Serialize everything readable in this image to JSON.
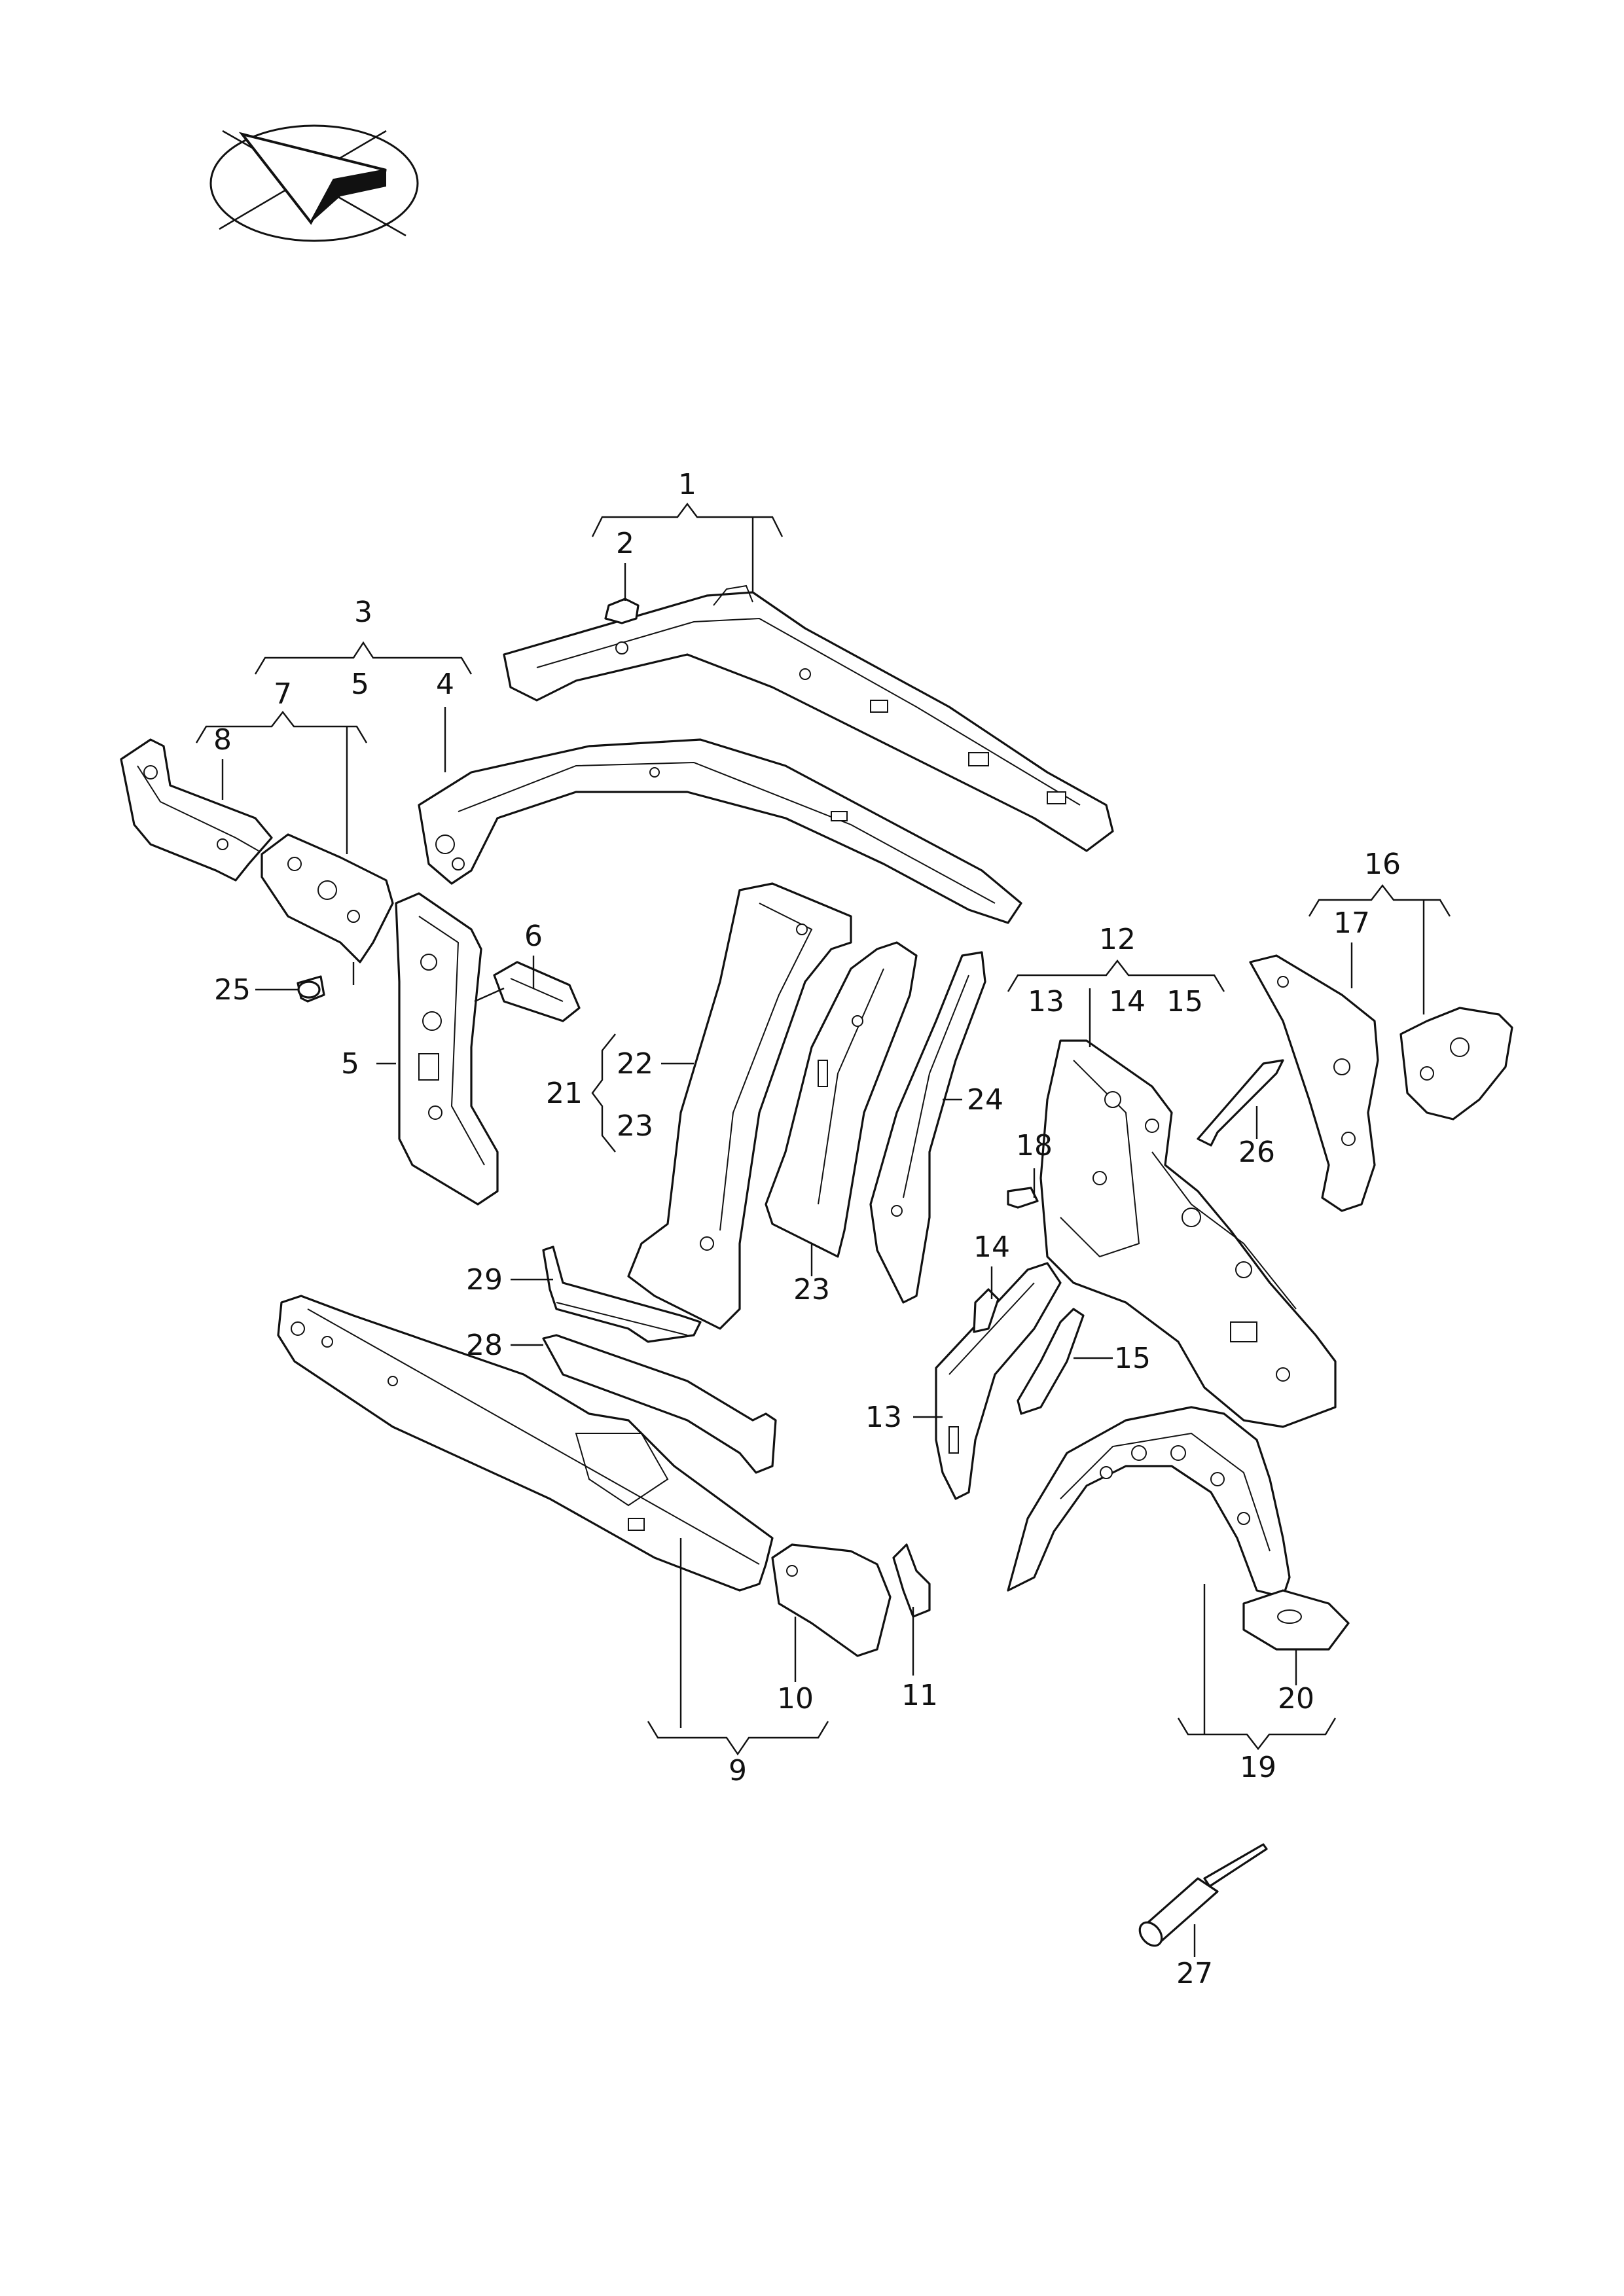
{
  "callouts": [
    {
      "id": "c1",
      "text": "1"
    },
    {
      "id": "c2",
      "text": "2"
    },
    {
      "id": "c3",
      "text": "3"
    },
    {
      "id": "c4",
      "text": "4"
    },
    {
      "id": "c5a",
      "text": "5"
    },
    {
      "id": "c5b",
      "text": "5"
    },
    {
      "id": "c6",
      "text": "6"
    },
    {
      "id": "c7",
      "text": "7"
    },
    {
      "id": "c8",
      "text": "8"
    },
    {
      "id": "c9",
      "text": "9"
    },
    {
      "id": "c10",
      "text": "10"
    },
    {
      "id": "c11",
      "text": "11"
    },
    {
      "id": "c12",
      "text": "12"
    },
    {
      "id": "c13a",
      "text": "13"
    },
    {
      "id": "c13b",
      "text": "13"
    },
    {
      "id": "c14a",
      "text": "14"
    },
    {
      "id": "c14b",
      "text": "14"
    },
    {
      "id": "c15a",
      "text": "15"
    },
    {
      "id": "c15b",
      "text": "15"
    },
    {
      "id": "c16",
      "text": "16"
    },
    {
      "id": "c17",
      "text": "17"
    },
    {
      "id": "c18",
      "text": "18"
    },
    {
      "id": "c19",
      "text": "19"
    },
    {
      "id": "c20",
      "text": "20"
    },
    {
      "id": "c21",
      "text": "21"
    },
    {
      "id": "c22",
      "text": "22"
    },
    {
      "id": "c23a",
      "text": "23"
    },
    {
      "id": "c23b",
      "text": "23"
    },
    {
      "id": "c24",
      "text": "24"
    },
    {
      "id": "c25",
      "text": "25"
    },
    {
      "id": "c26",
      "text": "26"
    },
    {
      "id": "c27",
      "text": "27"
    },
    {
      "id": "c28",
      "text": "28"
    },
    {
      "id": "c29",
      "text": "29"
    }
  ],
  "orientation_icon": "direction-arrow-icon"
}
